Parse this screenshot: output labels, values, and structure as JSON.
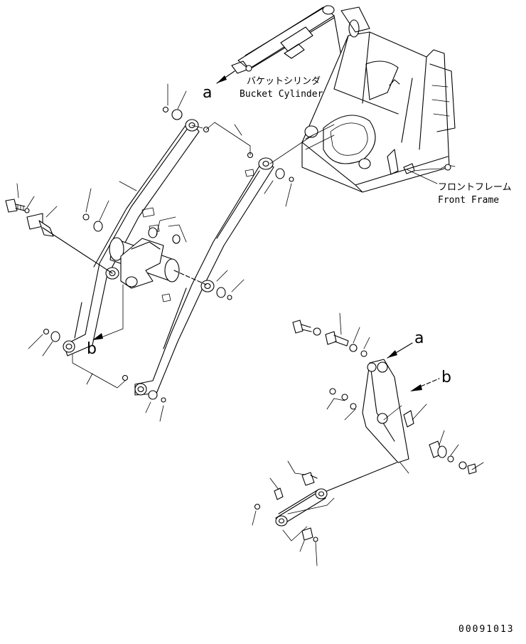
{
  "callouts": {
    "bucket_cylinder_jp": "バケットシリンダ",
    "bucket_cylinder_en": "Bucket Cylinder",
    "front_frame_jp": "フロントフレーム",
    "front_frame_en": "Front Frame"
  },
  "view_markers": {
    "a_top": "a",
    "b_left": "b",
    "a_detail": "a",
    "b_detail": "b"
  },
  "drawing_code": "00091013"
}
